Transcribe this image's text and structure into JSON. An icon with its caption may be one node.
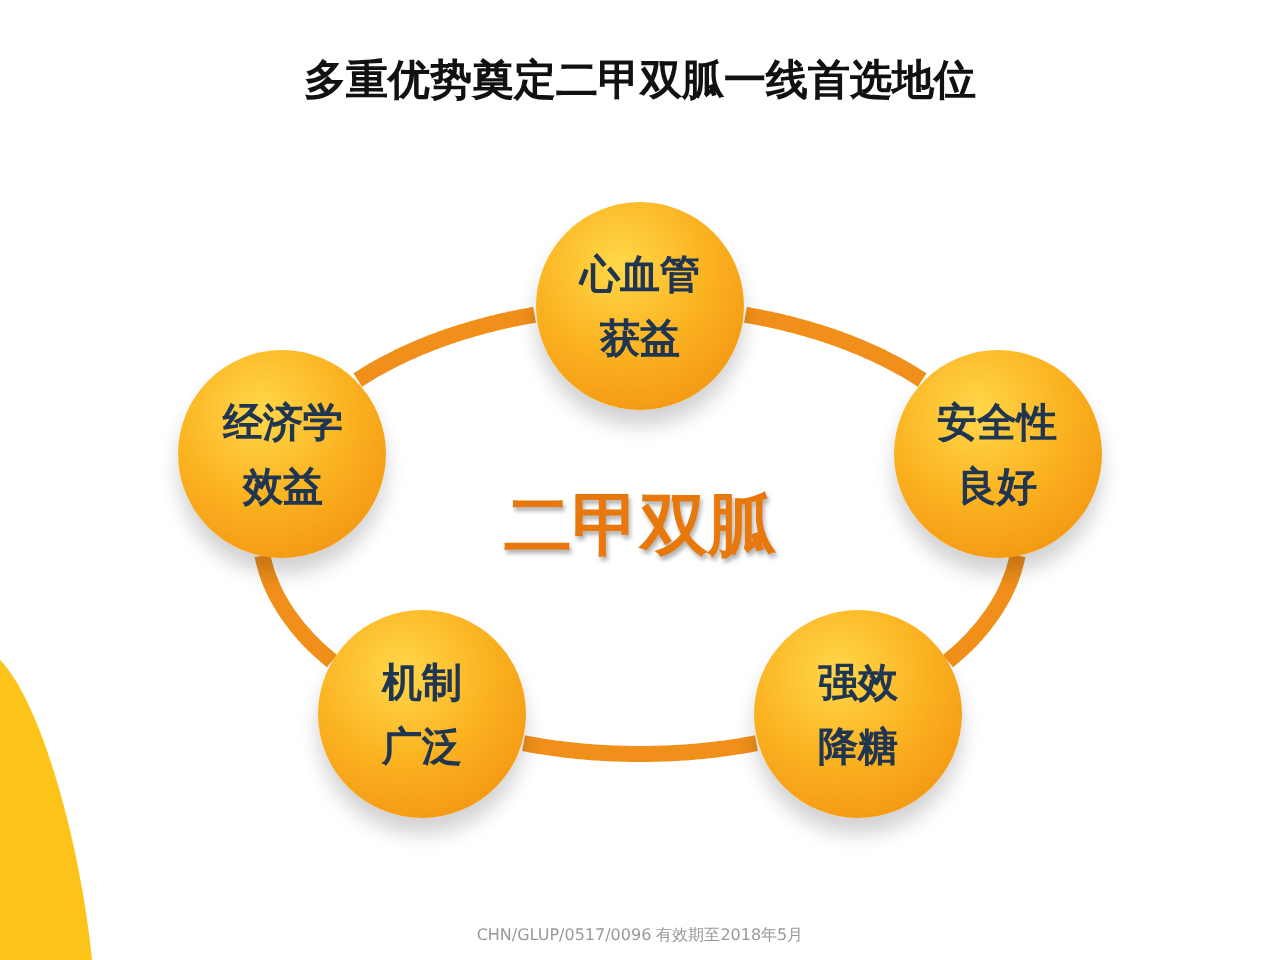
{
  "diagram": {
    "title": "多重优势奠定二甲双胍一线首选地位",
    "nodes": [
      {
        "text": [
          "心血管获益"
        ]
      },
      {
        "text": [
          "经济学效益"
        ]
      },
      {
        "text": [
          "安全性良好"
        ]
      },
      {
        "text": [
          "机制广泛"
        ]
      },
      {
        "text": [
          "强效降糖"
        ]
      }
    ],
    "edges": [
      {
        "from": 0,
        "to": 2,
        "arrow": "none"
      },
      {
        "from": 2,
        "to": 4,
        "arrow": "none"
      },
      {
        "from": 4,
        "to": 3,
        "arrow": "none"
      },
      {
        "from": 3,
        "to": 1,
        "arrow": "none"
      },
      {
        "from": 1,
        "to": 0,
        "arrow": "none"
      }
    ],
    "labels": [
      "二甲双胍",
      "CHN/GLUP/0517/0096 有效期至2018年5月"
    ]
  }
}
